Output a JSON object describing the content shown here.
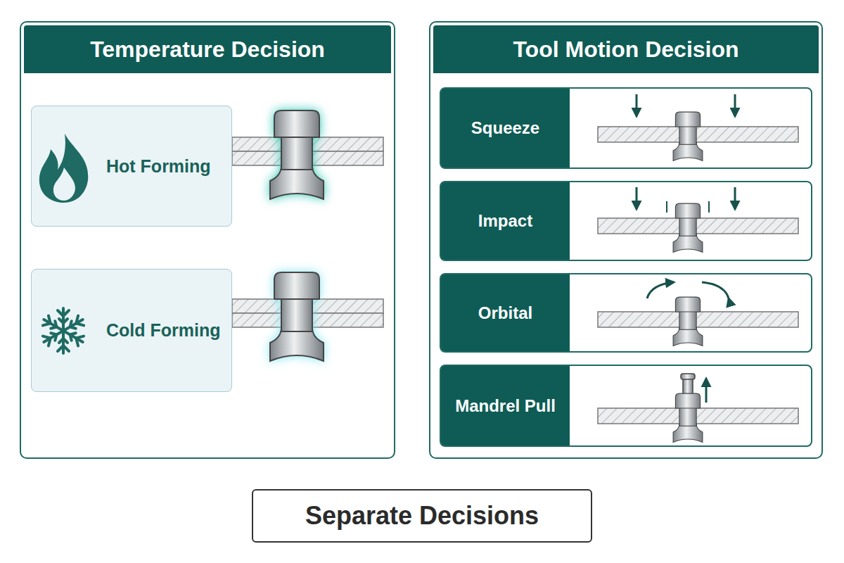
{
  "diagram": {
    "nodes": [
      {
        "text": [
          "Temperature Decision"
        ]
      },
      {
        "text": [
          "Hot Forming"
        ],
        "in": 0
      },
      {
        "text": [
          "Cold Forming"
        ],
        "in": 0
      },
      {
        "text": [
          "Tool Motion Decision"
        ]
      },
      {
        "text": [
          "Squeeze"
        ],
        "in": 3
      },
      {
        "text": [
          "Impact"
        ],
        "in": 3
      },
      {
        "text": [
          "Orbital"
        ],
        "in": 3
      },
      {
        "text": [
          "Mandrel Pull"
        ],
        "in": 3
      },
      {
        "text": [
          "Separate Decisions"
        ]
      }
    ]
  }
}
